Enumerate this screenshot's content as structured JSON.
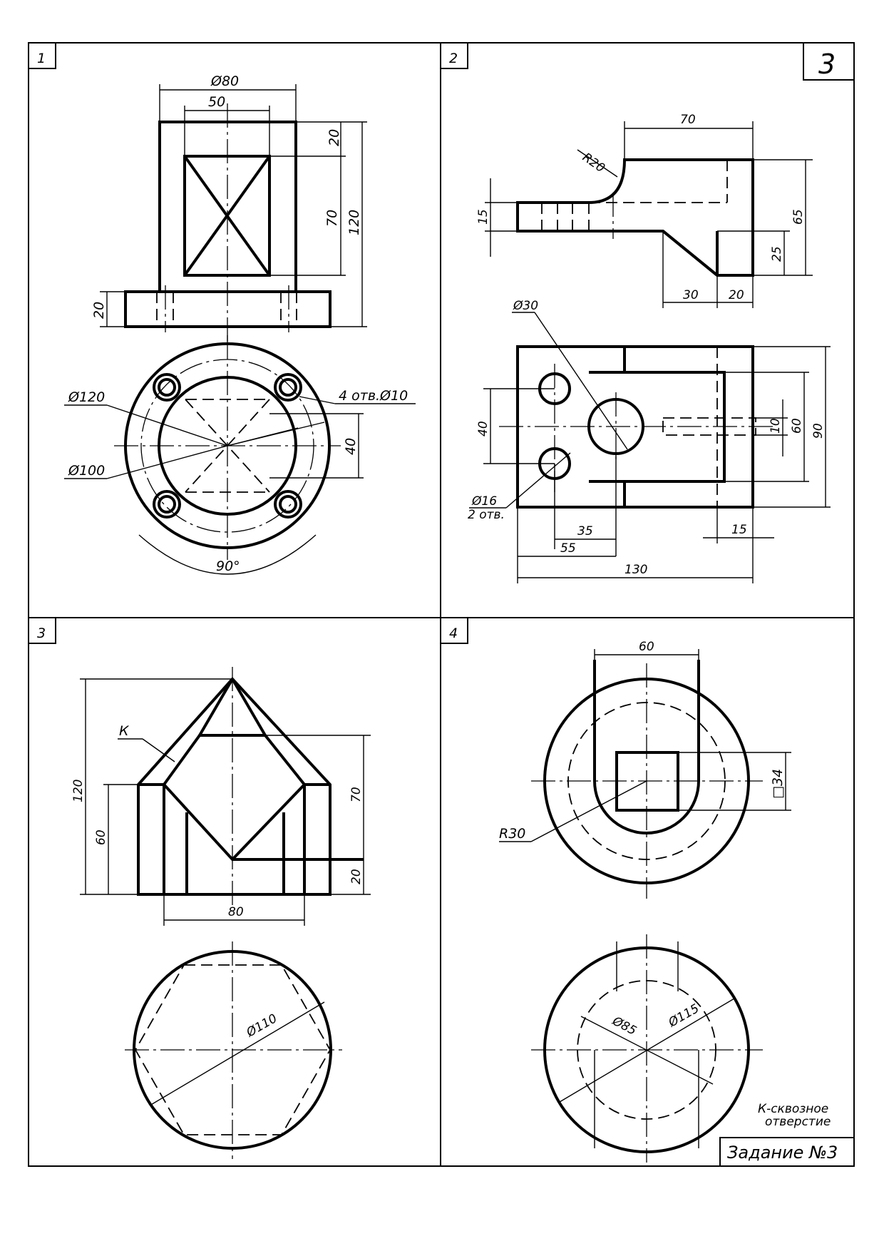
{
  "sheet": {
    "variant": "3",
    "task_title": "Задание №3",
    "note_line1": "К-сквозное",
    "note_line2": "отверстие"
  },
  "panels": [
    {
      "number": "1",
      "dims": {
        "d80": "Ø80",
        "w50": "50",
        "h20_top": "20",
        "h70": "70",
        "h120": "120",
        "h20_base": "20",
        "d120": "Ø120",
        "d100": "Ø100",
        "holes": "4 отв.Ø10",
        "w40": "40",
        "angle90": "90°"
      }
    },
    {
      "number": "2",
      "dims": {
        "w70": "70",
        "r20": "R20",
        "h15": "15",
        "h65": "65",
        "h25": "25",
        "w30": "30",
        "w20": "20",
        "d30": "Ø30",
        "h40": "40",
        "d16": "Ø16",
        "holes2": "2 отв.",
        "w35": "35",
        "w55": "55",
        "w130": "130",
        "w15": "15",
        "h10": "10",
        "h60": "60",
        "h90": "90"
      }
    },
    {
      "number": "3",
      "dims": {
        "label_k": "К",
        "h120": "120",
        "h60": "60",
        "h70": "70",
        "h20": "20",
        "w80": "80",
        "d110": "Ø110"
      }
    },
    {
      "number": "4",
      "dims": {
        "w60": "60",
        "sq34": "□34",
        "r30": "R30",
        "d85": "Ø85",
        "d115": "Ø115"
      }
    }
  ]
}
